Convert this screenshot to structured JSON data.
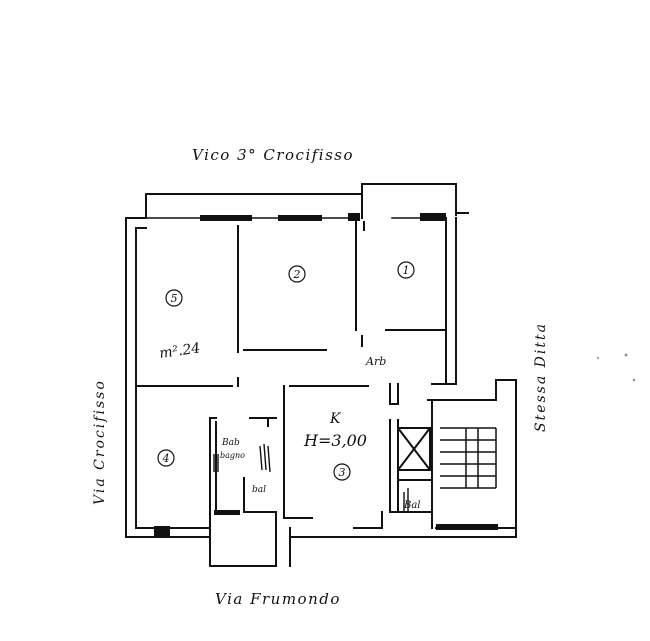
{
  "colors": {
    "ink": "#111111",
    "paper": "#ffffff"
  },
  "streets": {
    "top": "Vico 3° Crocifisso",
    "bottom": "Via Frumondo",
    "left": "Via Crocifisso",
    "right": "Stessa Ditta"
  },
  "rooms": {
    "r1": "1",
    "r2": "2",
    "r3": "3",
    "r4": "4",
    "r5": "5"
  },
  "labels": {
    "area": "m².24",
    "kitchen": "K",
    "height": "H=3,00",
    "wc_top": "Bab",
    "wc_bottom": "bagno",
    "closet_small": "bal",
    "hall": "Arb",
    "lift_box": "Bal"
  }
}
